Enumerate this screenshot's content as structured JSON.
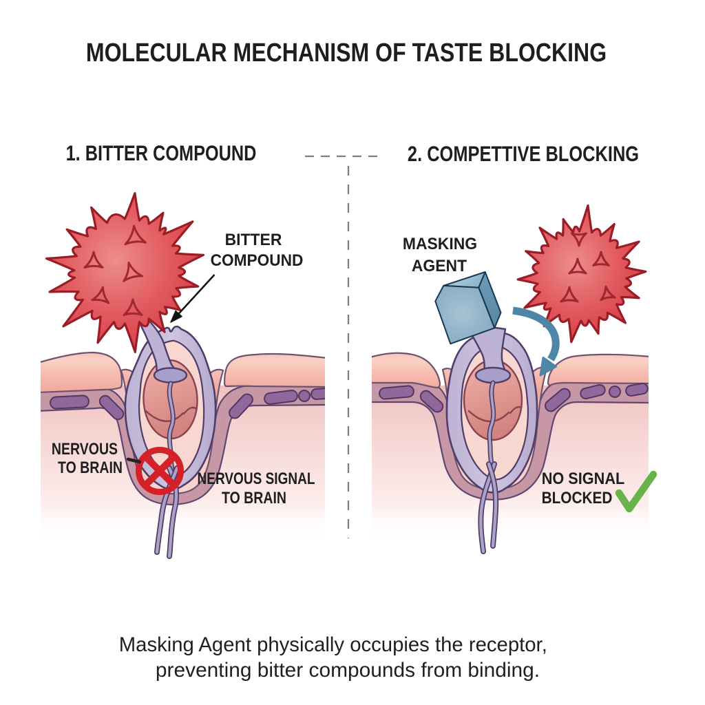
{
  "title": "MOLECULAR MECHANISM OF TASTE BLOCKING",
  "panels": {
    "left": {
      "heading": "1. BITTER COMPOUND",
      "molecule_label": {
        "line1": "BITTER",
        "line2": "COMPOUND"
      },
      "nerve_label": {
        "line1": "NERVOUS",
        "line2": "TO BRAIN"
      },
      "signal_label": {
        "line1": "NERVOUS SIGNAL",
        "line2": "TO BRAIN"
      }
    },
    "right": {
      "heading": "2. COMPETTIVE BLOCKING",
      "agent_label": {
        "line1": "MASKING",
        "line2": "AGENT"
      },
      "result_label": {
        "line1": "NO SIGNAL",
        "line2": "BLOCKED"
      }
    }
  },
  "caption": {
    "line1": "Masking Agent physically occupies the receptor,",
    "line2": "preventing bitter compounds from binding."
  },
  "icons": {
    "blocked_signal": "prohibition-x-icon",
    "allowed_result": "checkmark-icon",
    "deflection": "curved-arrow-icon",
    "pointer": "straight-arrow-icon"
  },
  "colors": {
    "molecule_red": "#d6353f",
    "molecule_outline": "#9e1e28",
    "prohibition_red": "#d42127",
    "check_green": "#68b34a",
    "arrow_blue": "#4e86a8",
    "cube_blue": "#7fa9c6",
    "tissue_salmon": "#f5b3a7",
    "basal_mauve": "#c795a4",
    "capsule_purple": "#91689b",
    "bud_lavender": "#c8bfdc",
    "inner_cell_rose": "#dd918f",
    "nerve_lavender": "#aaa2c8",
    "outline_purple": "#4f3d68",
    "text_dark": "#1e1e20"
  }
}
